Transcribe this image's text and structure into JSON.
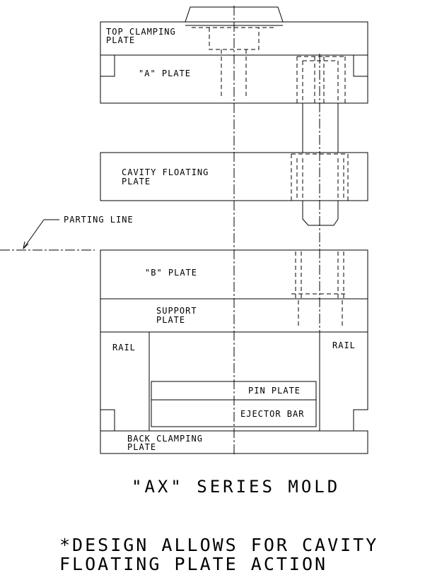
{
  "labels": {
    "top_clamping_plate_1": "TOP CLAMPING",
    "top_clamping_plate_2": "PLATE",
    "a_plate": "\"A\" PLATE",
    "cavity_floating_plate_1": "CAVITY FLOATING",
    "cavity_floating_plate_2": "PLATE",
    "parting_line": "PARTING LINE",
    "b_plate": "\"B\" PLATE",
    "support_plate_1": "SUPPORT",
    "support_plate_2": "PLATE",
    "rail_left": "RAIL",
    "rail_right": "RAIL",
    "pin_plate": "PIN PLATE",
    "ejector_bar": "EJECTOR BAR",
    "back_clamping_plate_1": "BACK CLAMPING",
    "back_clamping_plate_2": "PLATE"
  },
  "title": "\"AX\" SERIES MOLD",
  "note": {
    "line1": "*DESIGN ALLOWS  FOR CAVITY",
    "line2": "FLOATING PLATE ACTION"
  }
}
